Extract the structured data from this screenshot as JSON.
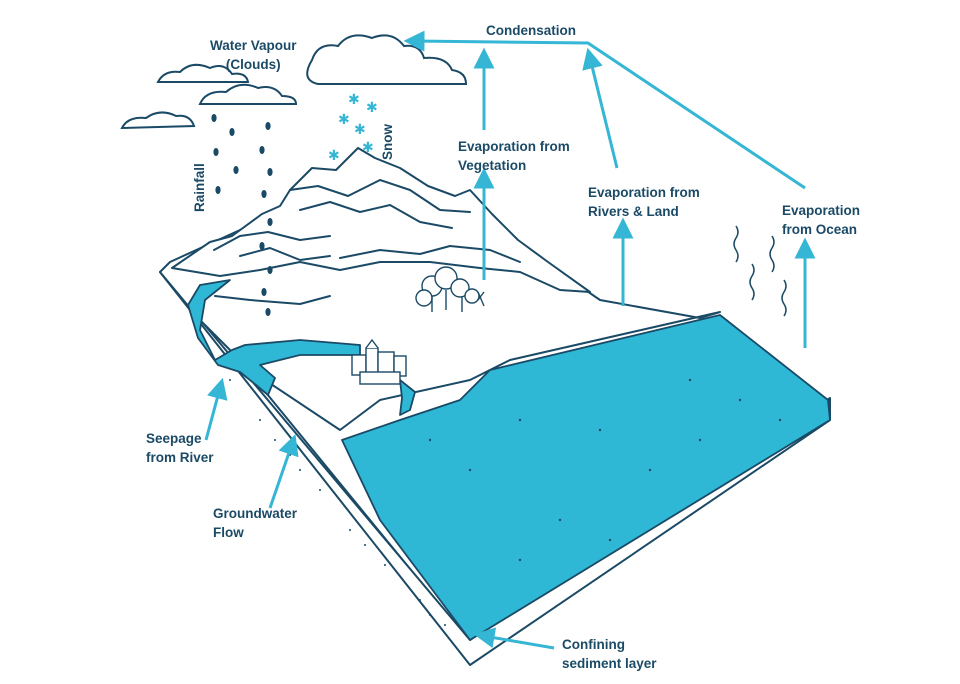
{
  "labels": {
    "condensation": "Condensation",
    "water_vapour": [
      "Water Vapour",
      "(Clouds)"
    ],
    "rainfall": "Rainfall",
    "snow": "Snow",
    "evap_vegetation": [
      "Evaporation from",
      "Vegetation"
    ],
    "evap_rivers_land": [
      "Evaporation from",
      "Rivers & Land"
    ],
    "evap_ocean": [
      "Evaporation",
      "from Ocean"
    ],
    "seepage": [
      "Seepage",
      "from River"
    ],
    "groundwater": [
      "Groundwater",
      "Flow"
    ],
    "confining": [
      "Confining",
      "sediment layer"
    ]
  },
  "colors": {
    "outline": "#1b4a66",
    "water": "#2fb7d6",
    "arrow": "#35b6d4",
    "text": "#1b4a66"
  }
}
